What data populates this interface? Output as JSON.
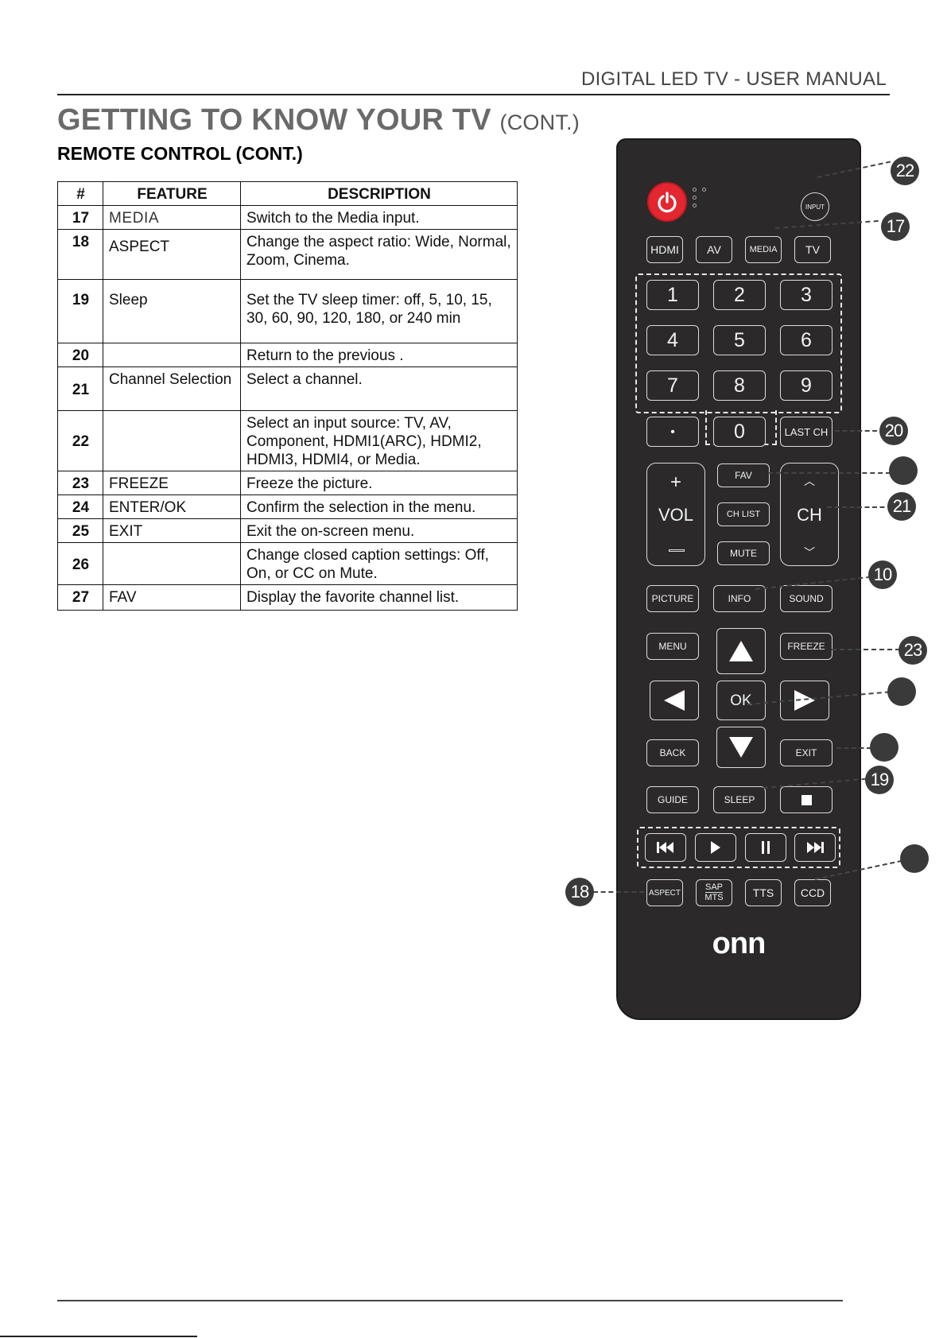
{
  "header": {
    "title": "DIGITAL LED TV - USER MANUAL"
  },
  "page": {
    "title": "GETTING TO KNOW YOUR TV",
    "title_suffix": "(CONT.)",
    "subtitle": "REMOTE CONTROL (CONT.)"
  },
  "table": {
    "headers": [
      "#",
      "FEATURE",
      "DESCRIPTION"
    ],
    "rows": [
      {
        "num": "17",
        "feature": "MEDIA",
        "description": "Switch to the Media input."
      },
      {
        "num": "18",
        "feature": "ASPECT",
        "description": "Change the aspect ratio: Wide, Normal, Zoom, Cinema."
      },
      {
        "num": "19",
        "feature": "Sleep",
        "description": "Set the TV sleep timer: off, 5, 10, 15, 30, 60, 90, 120, 180, or 240 min"
      },
      {
        "num": "20",
        "feature": "",
        "description": "Return to the previous ."
      },
      {
        "num": "21",
        "feature": "Channel Selection",
        "description": "Select a channel."
      },
      {
        "num": "22",
        "feature": "",
        "description": "Select an input source: TV, AV, Component, HDMI1(ARC), HDMI2, HDMI3, HDMI4, or Media."
      },
      {
        "num": "23",
        "feature": "FREEZE",
        "description": "Freeze the picture."
      },
      {
        "num": "24",
        "feature": "ENTER/OK",
        "description": "Confirm the selection in the menu."
      },
      {
        "num": "25",
        "feature": "EXIT",
        "description": "Exit the on-screen menu."
      },
      {
        "num": "26",
        "feature": "",
        "description": "Change closed caption settings: Off, On, or CC on Mute."
      },
      {
        "num": "27",
        "feature": "FAV",
        "description": "Display the favorite channel list."
      }
    ]
  },
  "remote": {
    "input": "INPUT",
    "row1": [
      "HDMI",
      "AV",
      "MEDIA",
      "TV"
    ],
    "digits": [
      "1",
      "2",
      "3",
      "4",
      "5",
      "6",
      "7",
      "8",
      "9"
    ],
    "dot": "•",
    "zero": "0",
    "last_ch": "LAST CH",
    "fav": "FAV",
    "ch_list": "CH LIST",
    "mute": "MUTE",
    "vol": "VOL",
    "ch": "CH",
    "picture": "PICTURE",
    "info": "INFO",
    "sound": "SOUND",
    "menu": "MENU",
    "freeze": "FREEZE",
    "ok": "OK",
    "back": "BACK",
    "exit": "EXIT",
    "guide": "GUIDE",
    "sleep": "SLEEP",
    "aspect": "ASPECT",
    "sap": "SAP",
    "mts": "MTS",
    "tts": "TTS",
    "ccd": "CCD",
    "logo": "onn"
  },
  "callouts": [
    "22",
    "17",
    "20",
    "",
    "21",
    "10",
    "23",
    "",
    "",
    "19",
    "",
    "18"
  ]
}
